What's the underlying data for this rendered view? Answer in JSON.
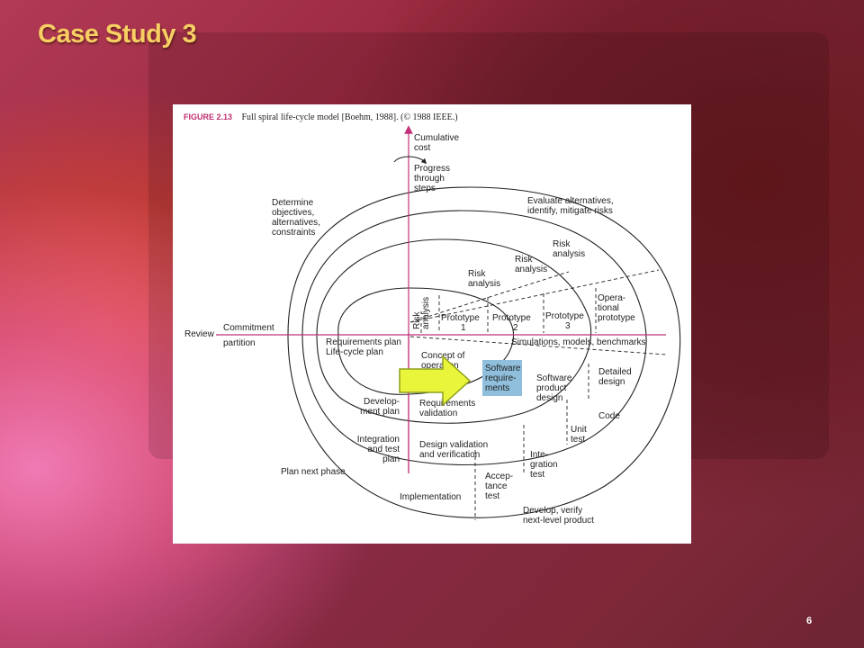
{
  "slide": {
    "title": "Case Study 3",
    "page_number": "6"
  },
  "figure": {
    "caption_label": "FIGURE 2.13",
    "caption_text": "Full spiral life-cycle model [Boehm, 1988]. (© 1988 IEEE.)",
    "axis": {
      "cumulative_cost": [
        "Cumulative",
        "cost"
      ],
      "progress": [
        "Progress",
        "through",
        "steps"
      ],
      "review": "Review"
    },
    "labels": {
      "determine": [
        "Determine",
        "objectives,",
        "alternatives,",
        "constraints"
      ],
      "evaluate": [
        "Evaluate alternatives,",
        "identify, mitigate risks"
      ],
      "risk_analysis_outer": [
        "Risk",
        "analysis"
      ],
      "risk_analysis_mid": [
        "Risk",
        "analysis"
      ],
      "risk_analysis_inner": [
        "Risk",
        "analysis"
      ],
      "risk_analysis_vertical": [
        "Risk",
        "analysis"
      ],
      "operational_prototype": [
        "Opera-",
        "tional",
        "prototype"
      ],
      "prototype1": [
        "Prototype",
        "1"
      ],
      "prototype2": [
        "Prototype",
        "2"
      ],
      "prototype3": [
        "Prototype",
        "3"
      ],
      "commitment": "Commitment",
      "partition": "partition",
      "requirements_plan": [
        "Requirements plan",
        "Life-cycle plan"
      ],
      "simulations": "Simulations, models, benchmarks",
      "concept": [
        "Concept of",
        "operation"
      ],
      "software_requirements": [
        "Software",
        "require-",
        "ments"
      ],
      "software_product_design": [
        "Software",
        "product",
        "design"
      ],
      "detailed_design": [
        "Detailed",
        "design"
      ],
      "development_plan": [
        "Develop-",
        "ment plan"
      ],
      "requirements_validation": [
        "Requirements",
        "validation"
      ],
      "code": "Code",
      "unit_test": [
        "Unit",
        "test"
      ],
      "integration_test_plan": [
        "Integration",
        "and test",
        "plan"
      ],
      "design_validation": [
        "Design validation",
        "and verification"
      ],
      "integration_test": [
        "Inte-",
        "gration",
        "test"
      ],
      "plan_next_phase": "Plan next phase",
      "acceptance_test": [
        "Accep-",
        "tance",
        "test"
      ],
      "implementation": "Implementation",
      "develop_verify": [
        "Develop, verify",
        "next-level product"
      ]
    }
  },
  "colors": {
    "title": "#f7cf63",
    "axis_magenta": "#c2317a",
    "highlight": "#8fbfdc",
    "arrow_fill": "#e8f53a",
    "arrow_stroke": "#8fa020"
  }
}
